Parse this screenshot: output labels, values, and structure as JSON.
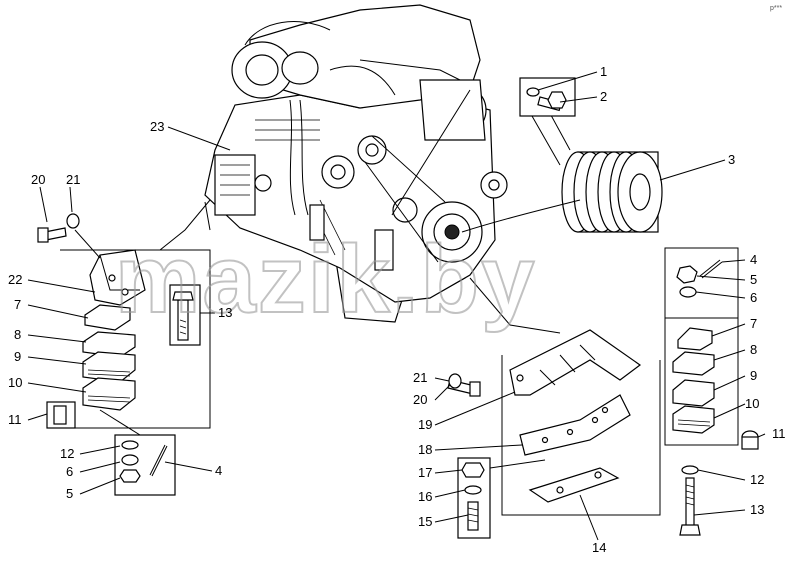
{
  "watermark": "mazik.by",
  "corner_mark": "p***",
  "callouts": {
    "c1": "1",
    "c2": "2",
    "c3": "3",
    "c4a": "4",
    "c4b": "4",
    "c5a": "5",
    "c5b": "5",
    "c6a": "6",
    "c6b": "6",
    "c7a": "7",
    "c7b": "7",
    "c8a": "8",
    "c8b": "8",
    "c9a": "9",
    "c9b": "9",
    "c10a": "10",
    "c10b": "10",
    "c11a": "11",
    "c11b": "11",
    "c12a": "12",
    "c12b": "12",
    "c13a": "13",
    "c13b": "13",
    "c14": "14",
    "c15": "15",
    "c16": "16",
    "c17": "17",
    "c18": "18",
    "c19": "19",
    "c20a": "20",
    "c20b": "20",
    "c21a": "21",
    "c21b": "21",
    "c22": "22",
    "c23": "23"
  }
}
